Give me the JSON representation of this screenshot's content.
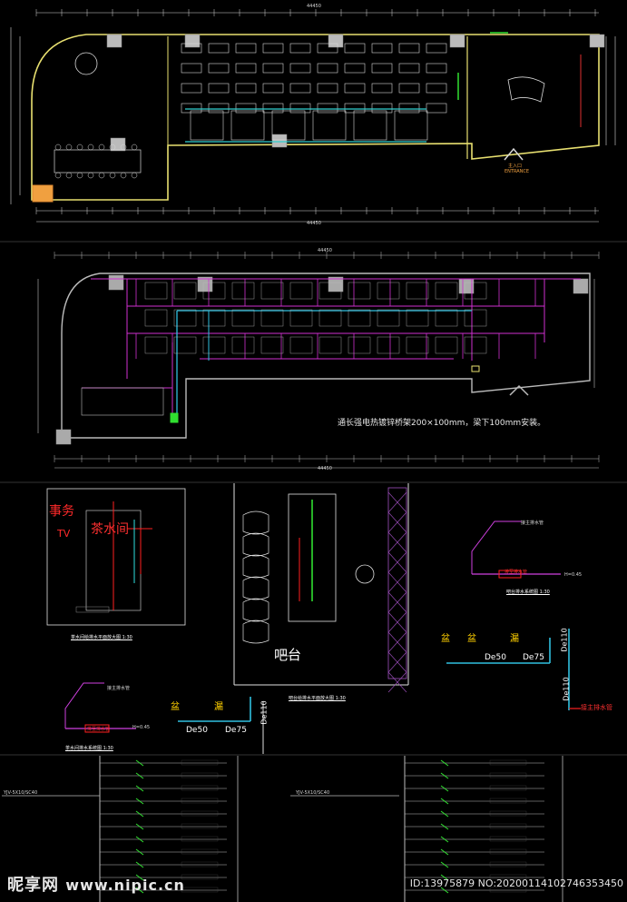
{
  "panel1": {
    "dim_total_top": "44450",
    "dim_total_bottom": "44450",
    "entrance_cn": "主入口",
    "entrance_en": "ENTRANCE"
  },
  "panel2": {
    "dim_total_top": "44450",
    "dim_total_bottom": "44450",
    "note": "通长强电热镀锌桥架200×100mm，梁下100mm安装。"
  },
  "panel3": {
    "left_detail": {
      "room_label": "茶水间",
      "side_label": "事务",
      "tv_label": "TV",
      "caption": "茶水间给排水平面放大图 1:30"
    },
    "bar_detail": {
      "bar_label": "吧台",
      "caption": "吧台给排水平面放大图 1:30"
    },
    "bar_system": {
      "pipe_label": "排至排水管",
      "h_label": "H=0.45",
      "caption": "吧台排水系统图 1:30",
      "sym1": "盆",
      "sym2": "盆",
      "sym3": "漏",
      "de50": "De50",
      "de75": "De75",
      "de110_a": "De110",
      "de110_b": "De110",
      "main_pipe": "接主排水管"
    },
    "tea_system": {
      "pipe_label": "排至排水管",
      "h_label": "H=0.45",
      "caption": "茶水间排水系统图 1:30",
      "sym1": "盆",
      "sym2": "漏",
      "de50": "De50",
      "de75": "De75",
      "de110": "De110"
    }
  },
  "panel4": {
    "left_feed": "YJV-5X10/SC40",
    "right_feed": "YJV-5X10/SC40"
  },
  "watermark": {
    "brand": "昵享网",
    "url": "www.nipic.cn",
    "id_text": "ID:13975879 NO:20200114102746353450"
  }
}
